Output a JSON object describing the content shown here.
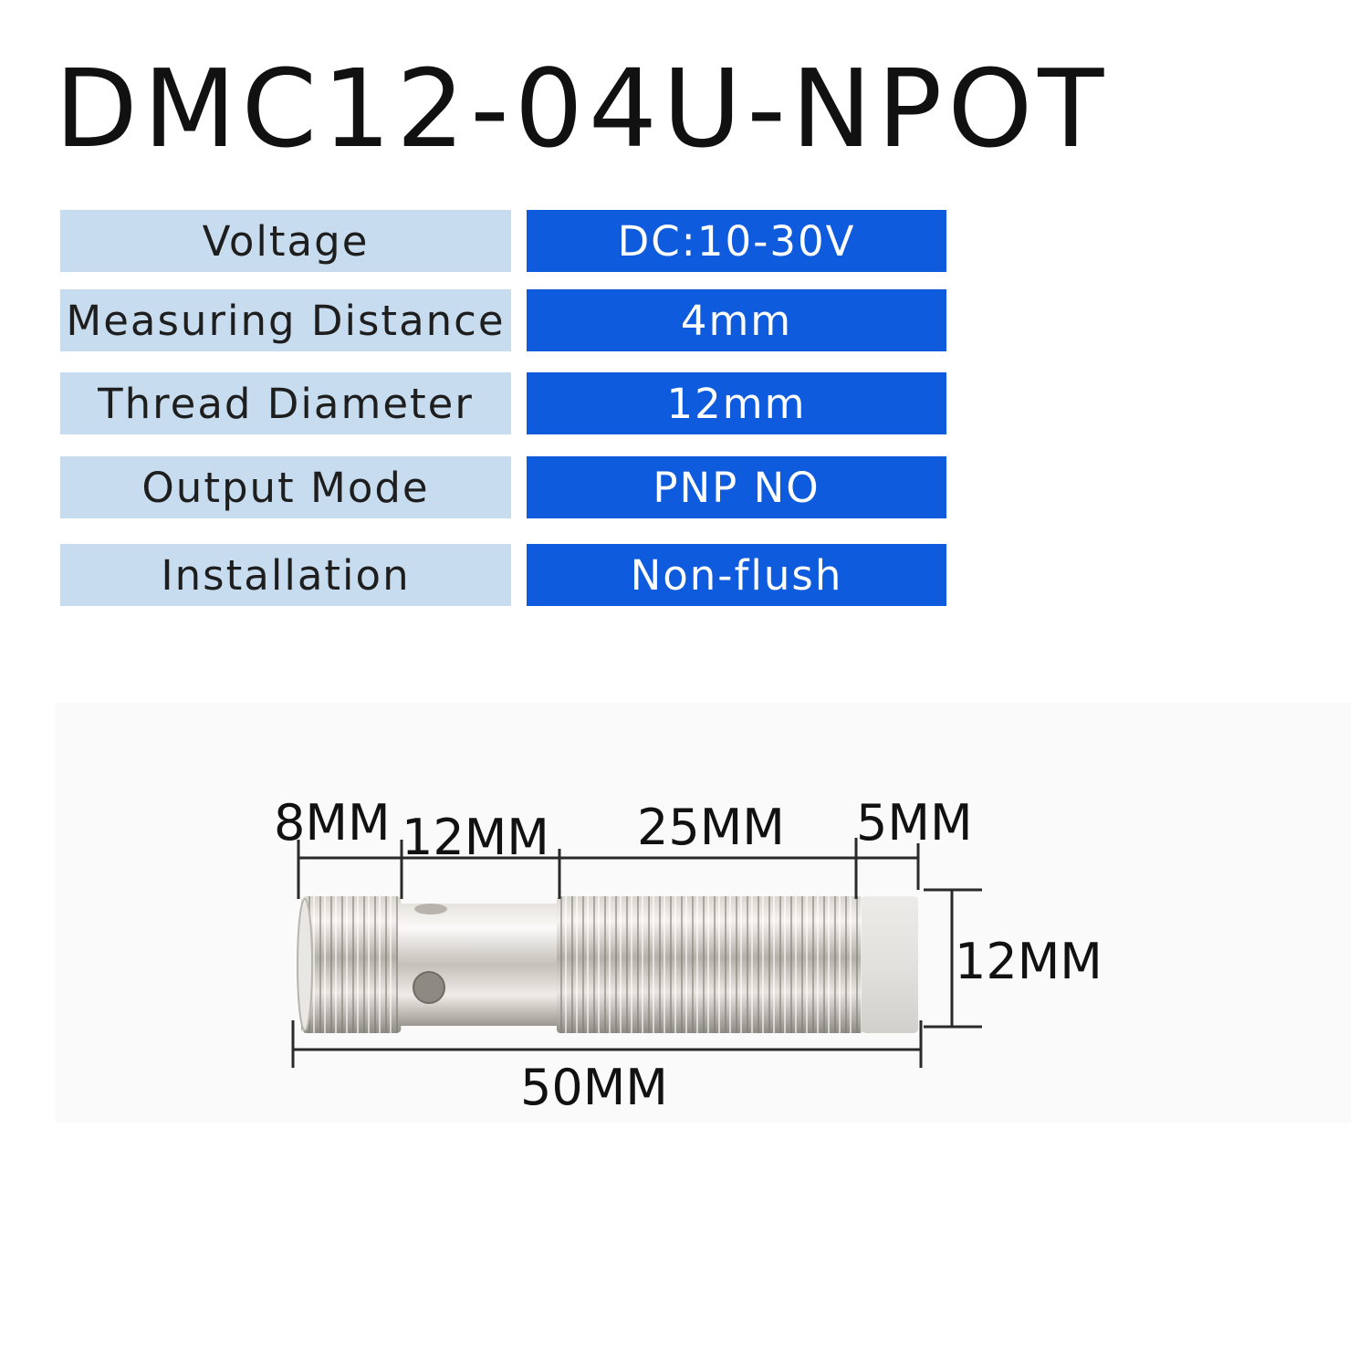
{
  "title": "DMC12-04U-NPOT",
  "specs": [
    {
      "label": "Voltage",
      "value": "DC:10-30V"
    },
    {
      "label": "Measuring Distance",
      "value": "4mm"
    },
    {
      "label": "Thread Diameter",
      "value": "12mm"
    },
    {
      "label": "Output Mode",
      "value": "PNP NO"
    },
    {
      "label": "Installation",
      "value": "Non-flush"
    }
  ],
  "dimensions": {
    "segment_1": "8MM",
    "segment_2": "12MM",
    "segment_3": "25MM",
    "segment_4": "5MM",
    "diameter": "12MM",
    "total_length": "50MM"
  },
  "colors": {
    "label_bg": "#c7dcee",
    "value_bg": "#0f5bde",
    "sensor_cap": "#e4e4e1"
  }
}
